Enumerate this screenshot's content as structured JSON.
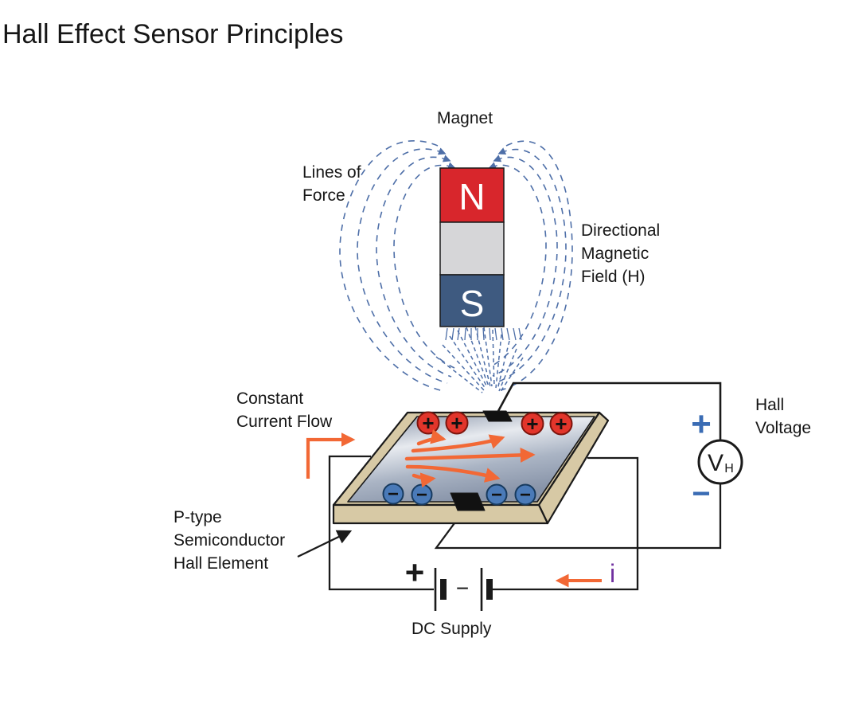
{
  "title": "Hall Effect Sensor Principles",
  "magnet": {
    "label": "Magnet",
    "north": "N",
    "south": "S"
  },
  "field": {
    "lines_of_force": [
      "Lines of",
      "Force"
    ],
    "directional": [
      "Directional",
      "Magnetic",
      "Field (H)"
    ]
  },
  "hall_element": {
    "label": [
      "P-type",
      "Semiconductor",
      "Hall Element"
    ],
    "positive_symbol": "+",
    "negative_symbol": "−"
  },
  "current_flow": {
    "label": [
      "Constant",
      "Current Flow"
    ],
    "current_symbol": "i"
  },
  "hall_voltage": {
    "label": [
      "Hall",
      "Voltage"
    ],
    "meter_main": "V",
    "meter_sub": "H",
    "plus": "+",
    "minus": "−"
  },
  "dc_supply": {
    "label": "DC Supply",
    "plus": "+",
    "minus": "−"
  },
  "colors": {
    "north_pole": "#d8262c",
    "south_pole": "#3e5a80",
    "magnet_middle": "#d6d6d8",
    "field_lines": "#4e6fa8",
    "slab_body": "#d7c9a5",
    "orange_arrow": "#f26835",
    "positive_charge": "#e2352b",
    "negative_charge": "#4a7ab8",
    "terminal_blue": "#3a6cb4",
    "current_symbol_purple": "#7030a0",
    "wire": "#1a1a1a"
  }
}
